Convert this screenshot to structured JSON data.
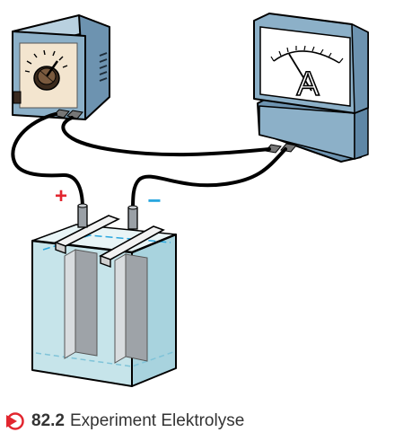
{
  "figure": {
    "ammeter_symbol": "A",
    "anode_sign": "+",
    "cathode_sign": "−",
    "anode_color": "#e2262f",
    "cathode_color": "#2aa7df"
  },
  "caption": {
    "icon": "arrow-circle-icon",
    "icon_color": "#e2262f",
    "number": "82.2",
    "text": "Experiment Elektrolyse"
  }
}
